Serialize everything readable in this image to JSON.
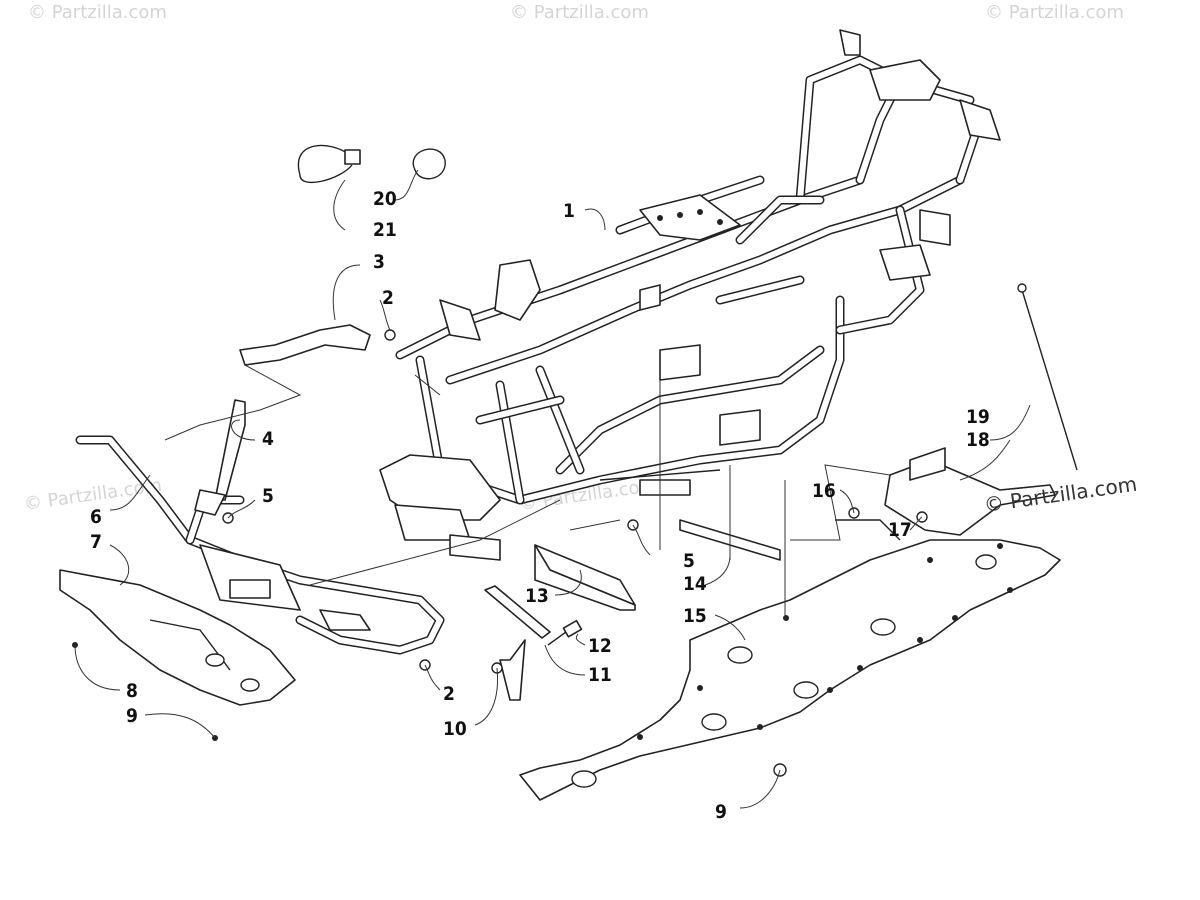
{
  "watermarks": [
    "© Partzilla.com",
    "© Partzilla.com",
    "© Partzilla.com",
    "© Partzilla.com",
    "© Partzilla.com"
  ],
  "brand_mark": "© Partzilla.com",
  "callouts": [
    {
      "id": "c1",
      "text": "1"
    },
    {
      "id": "c2a",
      "text": "2"
    },
    {
      "id": "c2b",
      "text": "2"
    },
    {
      "id": "c3",
      "text": "3"
    },
    {
      "id": "c4",
      "text": "4"
    },
    {
      "id": "c5a",
      "text": "5"
    },
    {
      "id": "c5b",
      "text": "5"
    },
    {
      "id": "c6",
      "text": "6"
    },
    {
      "id": "c7",
      "text": "7"
    },
    {
      "id": "c8",
      "text": "8"
    },
    {
      "id": "c9a",
      "text": "9"
    },
    {
      "id": "c9b",
      "text": "9"
    },
    {
      "id": "c10",
      "text": "10"
    },
    {
      "id": "c11",
      "text": "11"
    },
    {
      "id": "c12",
      "text": "12"
    },
    {
      "id": "c13",
      "text": "13"
    },
    {
      "id": "c14",
      "text": "14"
    },
    {
      "id": "c15",
      "text": "15"
    },
    {
      "id": "c16",
      "text": "16"
    },
    {
      "id": "c17",
      "text": "17"
    },
    {
      "id": "c18",
      "text": "18"
    },
    {
      "id": "c19",
      "text": "19"
    },
    {
      "id": "c20",
      "text": "20"
    },
    {
      "id": "c21",
      "text": "21"
    }
  ],
  "colors": {
    "ink": "#222222",
    "watermark": "#d4d4d4",
    "background": "#ffffff"
  }
}
